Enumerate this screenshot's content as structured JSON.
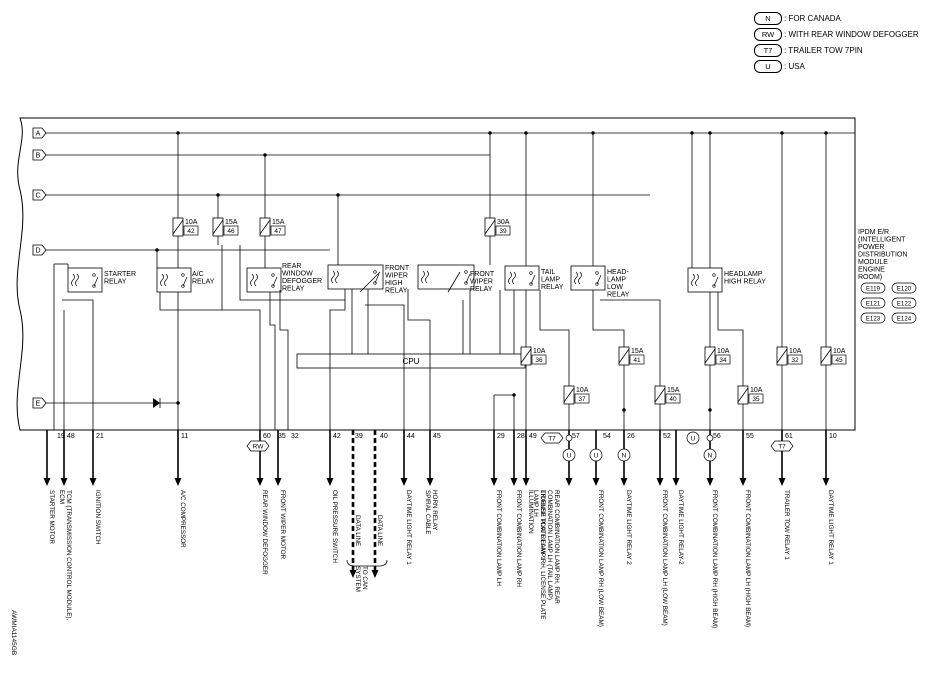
{
  "legend": [
    {
      "code": "N",
      "text": ": FOR CANADA"
    },
    {
      "code": "RW",
      "text": ": WITH REAR WINDOW DEFOGGER"
    },
    {
      "code": "T7",
      "text": ": TRAILER TOW 7PIN"
    },
    {
      "code": "U",
      "text": ": USA"
    }
  ],
  "buses": [
    "A",
    "B",
    "C",
    "D",
    "E"
  ],
  "module": {
    "lines": [
      "IPDM E/R",
      "(INTELLIGENT",
      "POWER",
      "DISTRIBUTION",
      "MODULE",
      "ENGINE",
      "ROOM)"
    ],
    "connectors": [
      "E119",
      "E120",
      "E121",
      "E122",
      "E123",
      "E124"
    ],
    "cpu": "CPU"
  },
  "fuses": [
    {
      "amp": "10A",
      "num": "42"
    },
    {
      "amp": "15A",
      "num": "46"
    },
    {
      "amp": "15A",
      "num": "47"
    },
    {
      "amp": "30A",
      "num": "39"
    },
    {
      "amp": "10A",
      "num": "36"
    },
    {
      "amp": "10A",
      "num": "37"
    },
    {
      "amp": "15A",
      "num": "41"
    },
    {
      "amp": "15A",
      "num": "40"
    },
    {
      "amp": "10A",
      "num": "34"
    },
    {
      "amp": "10A",
      "num": "35"
    },
    {
      "amp": "10A",
      "num": "32"
    },
    {
      "amp": "10A",
      "num": "45"
    }
  ],
  "relays": [
    {
      "lines": [
        "STARTER",
        "RELAY"
      ]
    },
    {
      "lines": [
        "A/C",
        "RELAY"
      ]
    },
    {
      "lines": [
        "REAR",
        "WINDOW",
        "DEFOGGER",
        "RELAY"
      ]
    },
    {
      "lines": [
        "FRONT",
        "WIPER",
        "HIGH",
        "RELAY"
      ]
    },
    {
      "lines": [
        "FRONT",
        "WIPER",
        "RELAY"
      ]
    },
    {
      "lines": [
        "TAIL",
        "LAMP",
        "RELAY"
      ]
    },
    {
      "lines": [
        "HEAD-",
        "LAMP",
        "LOW",
        "RELAY"
      ]
    },
    {
      "lines": [
        "HEADLAMP",
        "HIGH RELAY"
      ]
    }
  ],
  "pins": [
    "19",
    "48",
    "21",
    "11",
    "60",
    "35",
    "32",
    "42",
    "39",
    "40",
    "44",
    "45",
    "29",
    "28",
    "49",
    "57",
    "54",
    "26",
    "52",
    "56",
    "55",
    "61",
    "10"
  ],
  "outputs": [
    {
      "lines": [
        "STARTER MOTOR"
      ]
    },
    {
      "lines": [
        "TCM (TRANSMISSION CONTROL MODULE),",
        "ECM"
      ]
    },
    {
      "lines": [
        "IGNITION SWITCH"
      ]
    },
    {
      "lines": [
        "A/C COMPRESSOR"
      ]
    },
    {
      "lines": [
        "REAR WINDOW DEFOGGER"
      ]
    },
    {
      "lines": [
        "FRONT WIPER MOTOR"
      ]
    },
    {
      "lines": [
        "OIL PRESSURE SWITCH"
      ]
    },
    {
      "lines": [
        "DATA LINE"
      ]
    },
    {
      "lines": [
        "DATA LINE"
      ]
    },
    {
      "lines": [
        "DAYTIME LIGHT RELAY 1"
      ]
    },
    {
      "lines": [
        "HORN RELAY",
        "SPIRAL CABLE"
      ]
    },
    {
      "lines": [
        "FRONT COMBINATION LAMP LH"
      ]
    },
    {
      "lines": [
        "FRONT COMBINATION LAMP RH"
      ]
    },
    {
      "lines": [
        "ILLUMINATION"
      ]
    },
    {
      "lines": [
        "TRAILER TOW RELAY-1"
      ]
    },
    {
      "lines": [
        "REAR COMBINATION LAMP RH, REAR",
        "COMBINATION LAMP LH (TAIL LAMP)",
        "LICENSE PLATE LAMP RH, LICENSE PLATE",
        "LAMP LH"
      ]
    },
    {
      "lines": [
        "FRONT COMBINATION LAMP RH (LOW BEAM)"
      ]
    },
    {
      "lines": [
        "DAYTIME LIGHT RELAY 2"
      ]
    },
    {
      "lines": [
        "FRONT COMBINATION LAMP LH (LOW BEAM)"
      ]
    },
    {
      "lines": [
        "DAYTIME LIGHT RELAY-2"
      ]
    },
    {
      "lines": [
        "FRONT COMBINATION LAMP RH (HIGH BEAM)"
      ]
    },
    {
      "lines": [
        "FRONT COMBINATION LAMP LH (HIGH BEAM)"
      ]
    },
    {
      "lines": [
        "TRAILER TOW RELAY 1"
      ]
    },
    {
      "lines": [
        "DAYTIME LIGHT RELAY 1"
      ]
    }
  ],
  "tags": [
    "RW",
    "T7",
    "U",
    "U",
    "N",
    "U",
    "N",
    "T7"
  ],
  "can": [
    "TO CAN",
    "SYSTEM"
  ],
  "figure_id": "AWMIA1145GB"
}
